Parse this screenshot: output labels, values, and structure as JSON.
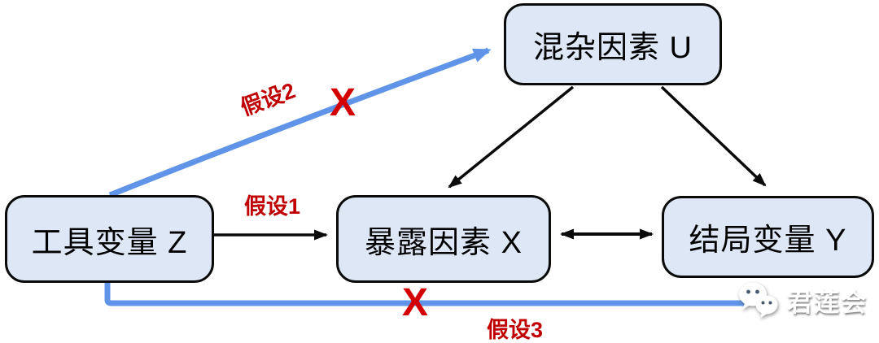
{
  "diagram": {
    "title_hint": "instrumental-variable-assumptions-dag",
    "nodes": {
      "confounder": {
        "label": "混杂因素 U"
      },
      "instrument": {
        "label": "工具变量 Z"
      },
      "exposure": {
        "label": "暴露因素 X"
      },
      "outcome": {
        "label": "结局变量 Y"
      }
    },
    "assumptions": {
      "a1": {
        "label": "假设1"
      },
      "a2": {
        "label": "假设2"
      },
      "a3": {
        "label": "假设3"
      }
    },
    "cross_marks": {
      "blocked_z_to_u": "X",
      "blocked_z_to_y": "X"
    },
    "edges": [
      {
        "from": "instrument",
        "to": "exposure",
        "style": "black-arrow",
        "label": "假设1"
      },
      {
        "from": "confounder",
        "to": "exposure",
        "style": "black-arrow"
      },
      {
        "from": "confounder",
        "to": "outcome",
        "style": "black-arrow"
      },
      {
        "from": "exposure",
        "to": "outcome",
        "style": "black-double-arrow"
      },
      {
        "from": "instrument",
        "to": "confounder",
        "style": "blue-arrow-blocked",
        "label": "假设2"
      },
      {
        "from": "instrument",
        "to": "outcome",
        "style": "blue-arrow-blocked",
        "label": "假设3"
      }
    ],
    "colors": {
      "node_fill": "#dde7f6",
      "node_border": "#0a0a0a",
      "black_arrow": "#0a0a0a",
      "blue_arrow": "#5f94e8",
      "red_label": "#c00000",
      "red_cross": "#d40000"
    }
  },
  "watermark": {
    "icon": "wechat-icon",
    "label": "君莲会"
  }
}
